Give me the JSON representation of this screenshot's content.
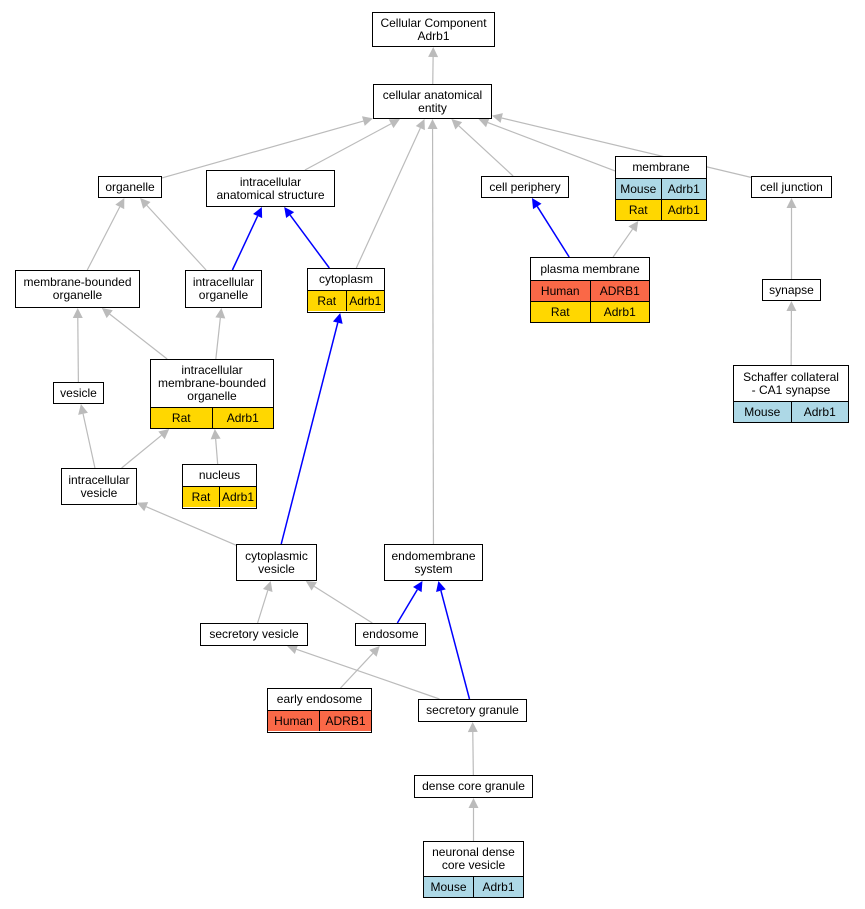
{
  "colors": {
    "Human": "#FA6847",
    "Mouse": "#ADD8E6",
    "Rat": "#FFD700",
    "is_a_edge": "#BBBBBB",
    "part_of_edge": "#0000FF"
  },
  "nodes": {
    "root": {
      "lines": [
        "Cellular Component",
        "Adrb1"
      ],
      "rows": []
    },
    "cae": {
      "lines": [
        "cellular anatomical",
        "entity"
      ],
      "rows": []
    },
    "organelle": {
      "lines": [
        "organelle"
      ],
      "rows": []
    },
    "ias": {
      "lines": [
        "intracellular",
        "anatomical structure"
      ],
      "rows": []
    },
    "cellper": {
      "lines": [
        "cell periphery"
      ],
      "rows": []
    },
    "membrane": {
      "lines": [
        "membrane"
      ],
      "rows": [
        [
          "Mouse",
          "Adrb1"
        ],
        [
          "Rat",
          "Adrb1"
        ]
      ]
    },
    "celljunc": {
      "lines": [
        "cell junction"
      ],
      "rows": []
    },
    "mbo": {
      "lines": [
        "membrane-bounded",
        "organelle"
      ],
      "rows": []
    },
    "io": {
      "lines": [
        "intracellular",
        "organelle"
      ],
      "rows": []
    },
    "cytoplasm": {
      "lines": [
        "cytoplasm"
      ],
      "rows": [
        [
          "Rat",
          "Adrb1"
        ]
      ]
    },
    "pm": {
      "lines": [
        "plasma membrane"
      ],
      "rows": [
        [
          "Human",
          "ADRB1"
        ],
        [
          "Rat",
          "Adrb1"
        ]
      ]
    },
    "synapse": {
      "lines": [
        "synapse"
      ],
      "rows": []
    },
    "imbo": {
      "lines": [
        "intracellular",
        "membrane-bounded",
        "organelle"
      ],
      "rows": [
        [
          "Rat",
          "Adrb1"
        ]
      ]
    },
    "schaffer": {
      "lines": [
        "Schaffer collateral",
        "- CA1 synapse"
      ],
      "rows": [
        [
          "Mouse",
          "Adrb1"
        ]
      ]
    },
    "vesicle": {
      "lines": [
        "vesicle"
      ],
      "rows": []
    },
    "nucleus": {
      "lines": [
        "nucleus"
      ],
      "rows": [
        [
          "Rat",
          "Adrb1"
        ]
      ]
    },
    "iv": {
      "lines": [
        "intracellular",
        "vesicle"
      ],
      "rows": []
    },
    "cv": {
      "lines": [
        "cytoplasmic",
        "vesicle"
      ],
      "rows": []
    },
    "endomem": {
      "lines": [
        "endomembrane",
        "system"
      ],
      "rows": []
    },
    "secves": {
      "lines": [
        "secretory vesicle"
      ],
      "rows": []
    },
    "endosome": {
      "lines": [
        "endosome"
      ],
      "rows": []
    },
    "earlyendo": {
      "lines": [
        "early endosome"
      ],
      "rows": [
        [
          "Human",
          "ADRB1"
        ]
      ]
    },
    "secgran": {
      "lines": [
        "secretory granule"
      ],
      "rows": []
    },
    "dcg": {
      "lines": [
        "dense core granule"
      ],
      "rows": []
    },
    "ndcv": {
      "lines": [
        "neuronal dense",
        "core vesicle"
      ],
      "rows": [
        [
          "Mouse",
          "Adrb1"
        ]
      ]
    }
  },
  "edges": [
    {
      "from": "cae",
      "to": "root",
      "type": "is_a"
    },
    {
      "from": "organelle",
      "to": "cae",
      "type": "is_a"
    },
    {
      "from": "ias",
      "to": "cae",
      "type": "is_a"
    },
    {
      "from": "cytoplasm",
      "to": "cae",
      "type": "is_a"
    },
    {
      "from": "endomem",
      "to": "cae",
      "type": "is_a"
    },
    {
      "from": "cellper",
      "to": "cae",
      "type": "is_a"
    },
    {
      "from": "membrane",
      "to": "cae",
      "type": "is_a"
    },
    {
      "from": "celljunc",
      "to": "cae",
      "type": "is_a"
    },
    {
      "from": "mbo",
      "to": "organelle",
      "type": "is_a"
    },
    {
      "from": "io",
      "to": "organelle",
      "type": "is_a"
    },
    {
      "from": "io",
      "to": "ias",
      "type": "part_of"
    },
    {
      "from": "cytoplasm",
      "to": "ias",
      "type": "part_of"
    },
    {
      "from": "pm",
      "to": "cellper",
      "type": "part_of"
    },
    {
      "from": "pm",
      "to": "membrane",
      "type": "is_a"
    },
    {
      "from": "synapse",
      "to": "celljunc",
      "type": "is_a"
    },
    {
      "from": "schaffer",
      "to": "synapse",
      "type": "is_a"
    },
    {
      "from": "vesicle",
      "to": "mbo",
      "type": "is_a"
    },
    {
      "from": "imbo",
      "to": "mbo",
      "type": "is_a"
    },
    {
      "from": "imbo",
      "to": "io",
      "type": "is_a"
    },
    {
      "from": "nucleus",
      "to": "imbo",
      "type": "is_a"
    },
    {
      "from": "iv",
      "to": "vesicle",
      "type": "is_a"
    },
    {
      "from": "iv",
      "to": "imbo",
      "type": "is_a"
    },
    {
      "from": "cv",
      "to": "iv",
      "type": "is_a"
    },
    {
      "from": "cv",
      "to": "cytoplasm",
      "type": "part_of"
    },
    {
      "from": "secves",
      "to": "cv",
      "type": "is_a"
    },
    {
      "from": "endosome",
      "to": "cv",
      "type": "is_a"
    },
    {
      "from": "endosome",
      "to": "endomem",
      "type": "part_of"
    },
    {
      "from": "earlyendo",
      "to": "endosome",
      "type": "is_a"
    },
    {
      "from": "secgran",
      "to": "secves",
      "type": "is_a"
    },
    {
      "from": "secgran",
      "to": "endomem",
      "type": "part_of"
    },
    {
      "from": "dcg",
      "to": "secgran",
      "type": "is_a"
    },
    {
      "from": "ndcv",
      "to": "dcg",
      "type": "is_a"
    }
  ]
}
